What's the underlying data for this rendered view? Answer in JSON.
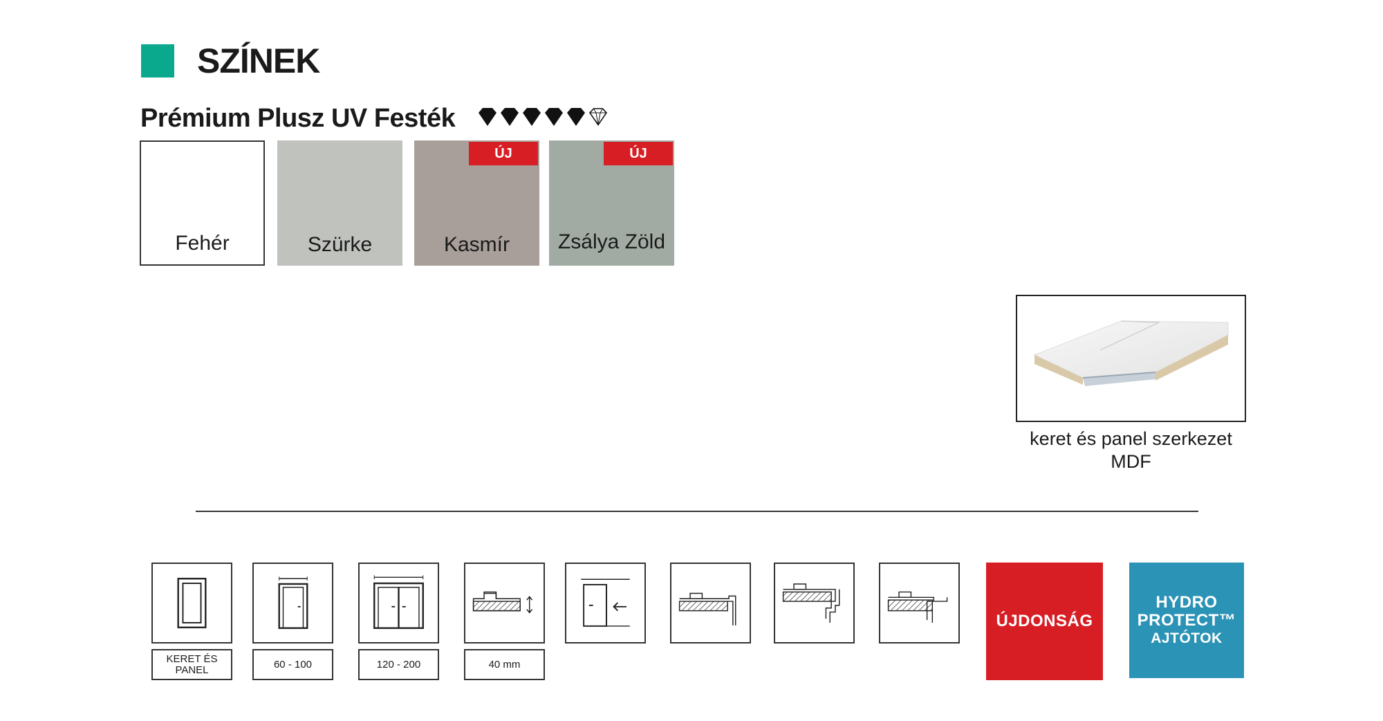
{
  "header": {
    "title": "SZÍNEK",
    "accent_color": "#0aa88d"
  },
  "finish": {
    "name": "Prémium Plusz UV Festék",
    "rating": {
      "filled": 5,
      "total": 6
    }
  },
  "swatches": [
    {
      "label": "Fehér",
      "color": "#ffffff",
      "badge": ""
    },
    {
      "label": "Szürke",
      "color": "#c0c2be",
      "badge": ""
    },
    {
      "label": "Kasmír",
      "color": "#a99f9a",
      "badge": "ÚJ"
    },
    {
      "label": "Zsálya Zöld",
      "color": "#a1aba3",
      "badge": "ÚJ"
    }
  ],
  "product": {
    "caption_line1": "keret és panel szerkezet",
    "caption_line2": "MDF"
  },
  "features": [
    {
      "icon": "frame-panel-icon",
      "label": "KERET ÉS PANEL"
    },
    {
      "icon": "single-door-icon",
      "label": "60 - 100"
    },
    {
      "icon": "double-door-icon",
      "label": "120 - 200"
    },
    {
      "icon": "door-thickness-icon",
      "label": "40 mm"
    },
    {
      "icon": "sliding-door-icon",
      "label": ""
    },
    {
      "icon": "rebate-profile-1-icon",
      "label": ""
    },
    {
      "icon": "rebate-profile-2-icon",
      "label": ""
    },
    {
      "icon": "rebate-profile-3-icon",
      "label": ""
    }
  ],
  "badges": {
    "new": "ÚJDONSÁG",
    "hydro_line1": "HYDRO",
    "hydro_line2": "PROTECT™",
    "hydro_line3": "AJTÓTOK",
    "new_color": "#d81e25",
    "hydro_color": "#2b93b6"
  }
}
